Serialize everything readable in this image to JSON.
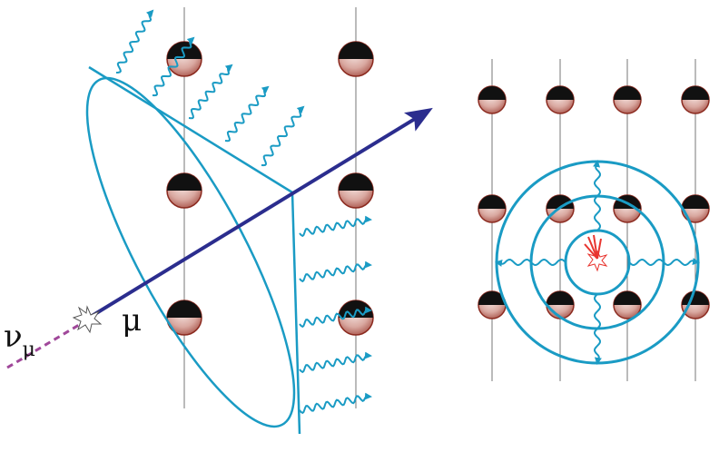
{
  "labels": {
    "neutrino_symbol": "ν",
    "neutrino_subscript": "μ",
    "muon": "μ"
  },
  "colors": {
    "cherenkov": "#1a9bc4",
    "muon_track": "#2b2d8e",
    "neutrino_track": "#a0489a",
    "detector_line": "#777777",
    "om_top": "#111111",
    "om_bottom": "#d9a8a0",
    "om_rim": "#8b2a1f",
    "burst": "#e8352f"
  },
  "icons": {
    "optical_module": "optical-module-icon",
    "interaction": "star-burst-icon",
    "photon": "wavy-arrow-icon"
  }
}
